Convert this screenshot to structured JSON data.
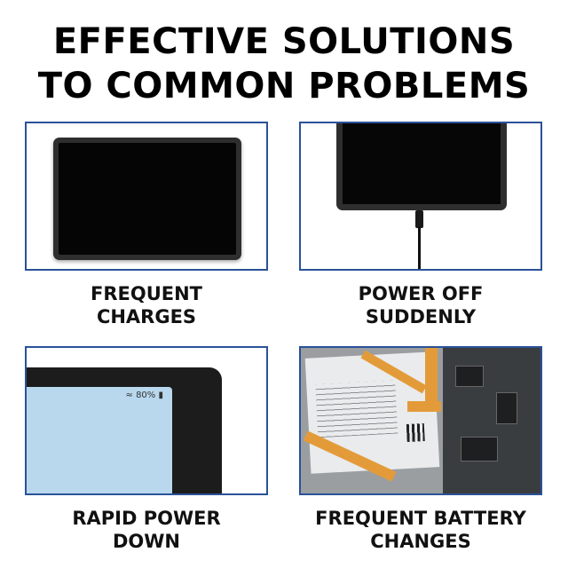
{
  "headline": {
    "line1": "EFFECTIVE SOLUTIONS",
    "line2": "TO COMMON PROBLEMS"
  },
  "panels": [
    {
      "caption_line1": "FREQUENT",
      "caption_line2": "CHARGES"
    },
    {
      "caption_line1": "POWER OFF",
      "caption_line2": "SUDDENLY"
    },
    {
      "caption_line1": "RAPID POWER",
      "caption_line2": "DOWN",
      "status_text": "80%"
    },
    {
      "caption_line1": "FREQUENT BATTERY",
      "caption_line2": "CHANGES"
    }
  ],
  "colors": {
    "panel_border": "#2a5298",
    "headline": "#000000",
    "flex_cable": "#e39b3a"
  }
}
